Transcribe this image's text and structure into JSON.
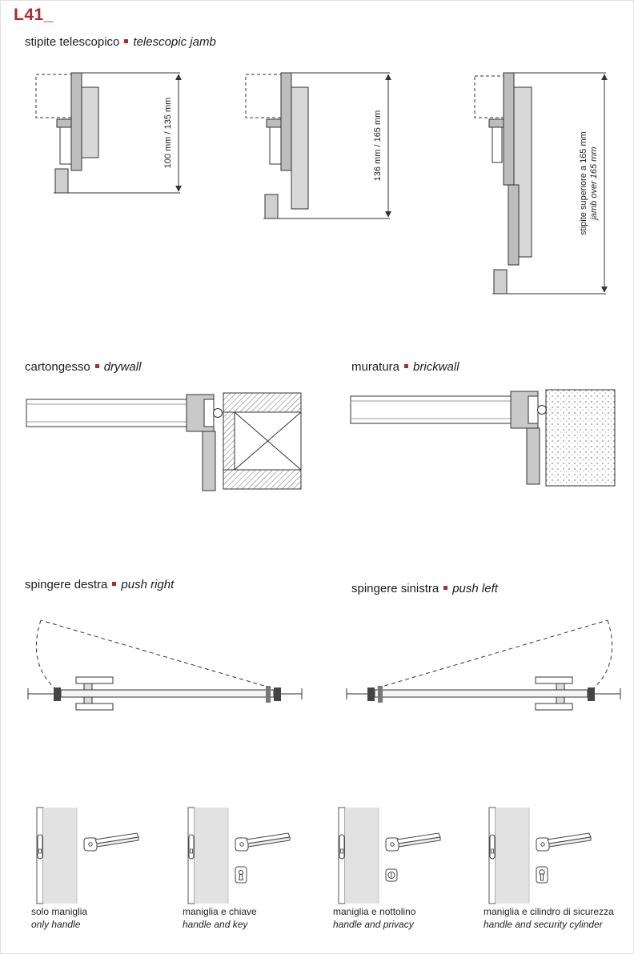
{
  "page": {
    "code": "L41_"
  },
  "colors": {
    "accent": "#b5282a",
    "leaf_gray": "#d8d8d8",
    "jamb_gray": "#bdbdbd"
  },
  "headings": {
    "telescopic": {
      "it": "stipite telescopico",
      "en": "telescopic jamb"
    },
    "drywall": {
      "it": "cartongesso",
      "en": "drywall"
    },
    "brickwall": {
      "it": "muratura",
      "en": "brickwall"
    },
    "push_right": {
      "it": "spingere destra",
      "en": "push right"
    },
    "push_left": {
      "it": "spingere sinistra",
      "en": "push left"
    }
  },
  "jamb_dims": {
    "small": "100 mm / 135 mm",
    "medium": "136 mm / 165 mm",
    "large_it": "stipite superiore a 165 mm",
    "large_en": "jamb over 165 mm"
  },
  "handle_options": [
    {
      "it": "solo maniglia",
      "en": "only handle"
    },
    {
      "it": "maniglia e chiave",
      "en": "handle and key"
    },
    {
      "it": "maniglia e nottolino",
      "en": "handle and privacy"
    },
    {
      "it": "maniglia e cilindro di sicurezza",
      "en": "handle and security cylinder"
    }
  ]
}
